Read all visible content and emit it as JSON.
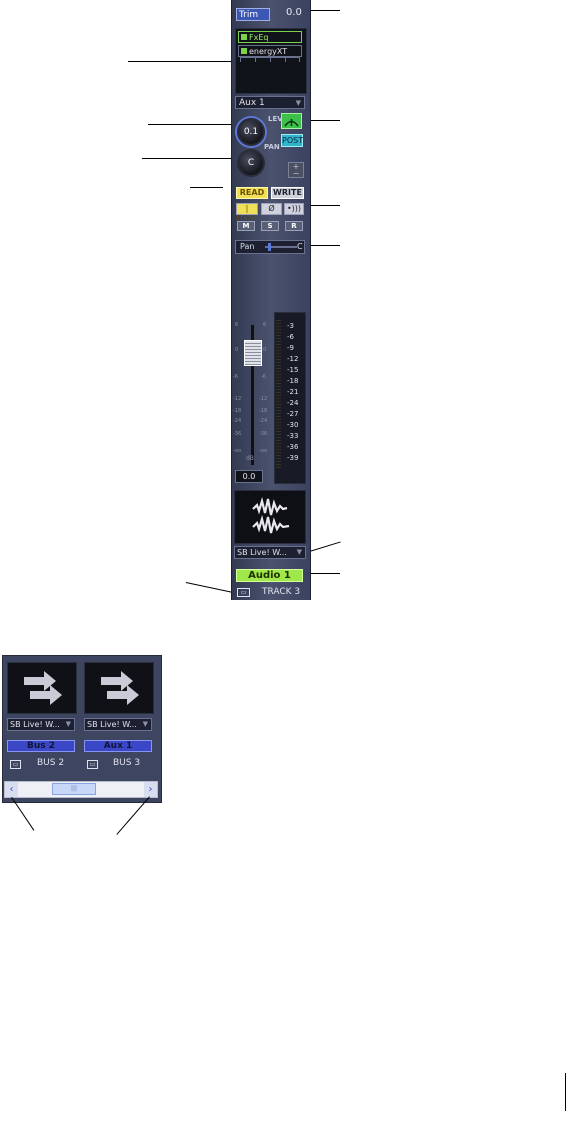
{
  "strip": {
    "trim_label": "Trim",
    "trim_value": "0.0",
    "fx": [
      "FxEq",
      "energyXT"
    ],
    "send_dropdown": "Aux 1",
    "lev_label": "LEV",
    "lev_value": "0.1",
    "pan_label": "PAN",
    "pan_value": "C",
    "post_label": "POST",
    "plus": "+",
    "minus": "−",
    "read_label": "READ",
    "write_label": "WRITE",
    "input_echo_label": "|((•))|",
    "phase_label": "Ø",
    "monitor_label": "•)))",
    "msr": [
      "M",
      "S",
      "R"
    ],
    "pan_field_label": "Pan",
    "pan_field_value": "C",
    "db_ticks_left": [
      "6",
      "0",
      "-6",
      "-12",
      "-18",
      "-24",
      "-36",
      "-oo"
    ],
    "db_ticks_right": [
      "6",
      "0",
      "-6",
      "-12",
      "-18",
      "-24",
      "-36",
      "-oo"
    ],
    "db_label": "dB",
    "fader_value": "0.0",
    "meter_labels": [
      "-3",
      "-6",
      "-9",
      "-12",
      "-15",
      "-18",
      "-21",
      "-24",
      "-27",
      "-30",
      "-33",
      "-36",
      "-39"
    ],
    "output_dropdown": "SB Live! W...",
    "track_name": "Audio 1",
    "track_icon": "▭",
    "track_label": "TRACK 3"
  },
  "buses": [
    {
      "output": "SB Live! W...",
      "name": "Bus 2",
      "label": "BUS 2",
      "icon": "▭"
    },
    {
      "output": "SB Live! W...",
      "name": "Aux 1",
      "label": "BUS 3",
      "icon": "▭"
    }
  ],
  "scrollbar": {
    "left": "‹",
    "right": "›",
    "thumb": "|||"
  },
  "colors": {
    "strip_bg": "#4a526e",
    "track_name_bg": "#9fe84a",
    "bus_name_bg": "#3a48c8",
    "read_bg": "#f0e058",
    "post_bg": "#30b4c8"
  },
  "icons": [
    "route-arrow-icon",
    "waveform-icon",
    "track-icon"
  ]
}
